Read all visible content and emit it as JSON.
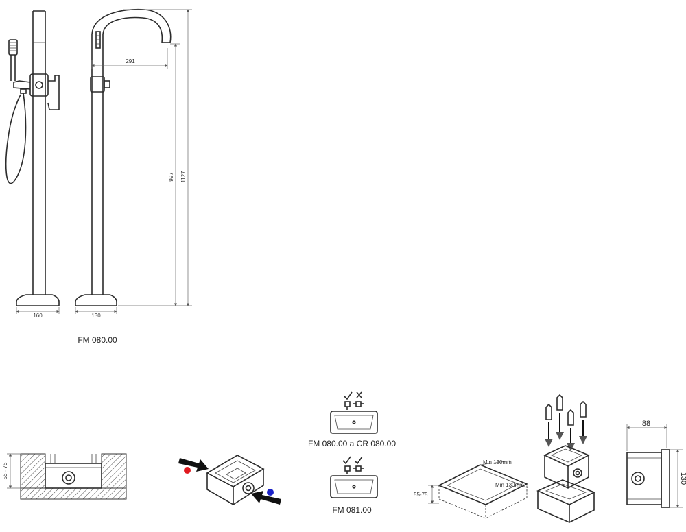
{
  "front_view": {
    "dim_base_width": "160",
    "model_label": "FM 080.00"
  },
  "side_view": {
    "dim_spout_reach": "291",
    "dim_base_width": "130",
    "dim_height_outlet": "997",
    "dim_total_height": "1127"
  },
  "install_box": {
    "dim_depth": "55 - 75"
  },
  "supply": {
    "hot_color": "#e0191f",
    "cold_color": "#1b22c8"
  },
  "variant_top": {
    "label": "FM 080.00 a CR 080.00"
  },
  "variant_bottom": {
    "label": "FM 081.00"
  },
  "recess": {
    "dim_width": "Min 130mm",
    "dim_length": "Min 130mm",
    "dim_depth": "55-75"
  },
  "box_dimensions": {
    "dim_width": "88",
    "dim_height": "130"
  }
}
